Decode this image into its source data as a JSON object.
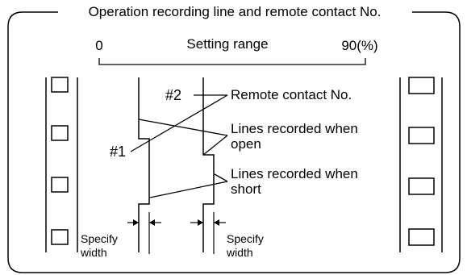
{
  "title": "Operation recording line and remote contact No.",
  "scale": {
    "min_label": "0",
    "max_label": "90(%)",
    "range_label": "Setting range"
  },
  "annotations": {
    "contact_2": "#2",
    "contact_1": "#1",
    "remote_contact": "Remote contact No.",
    "open_line1": "Lines recorded when",
    "open_line2": "open",
    "short_line1": "Lines recorded when",
    "short_line2": "short",
    "specify_left1": "Specify",
    "specify_left2": "width",
    "specify_right1": "Specify",
    "specify_right2": "width"
  },
  "colors": {
    "line": "#000000",
    "background": "#ffffff"
  }
}
